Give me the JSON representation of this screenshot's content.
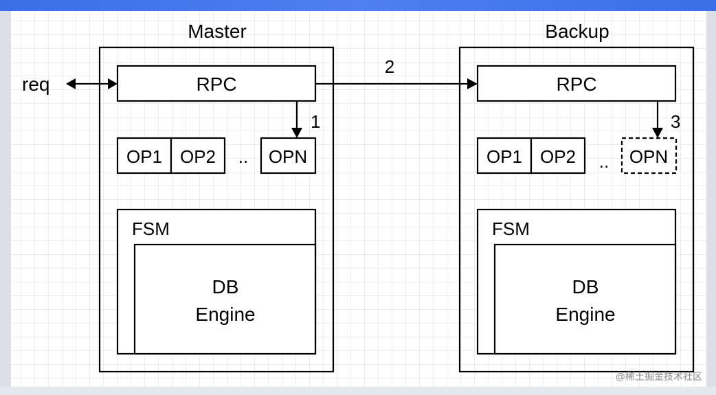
{
  "request_label": "req",
  "step_labels": {
    "to_ops_master": "1",
    "to_backup": "2",
    "to_ops_backup": "3"
  },
  "master": {
    "title": "Master",
    "rpc_label": "RPC",
    "ops": [
      "OP1",
      "OP2"
    ],
    "ellipsis": "..",
    "opn": "OPN",
    "fsm_label": "FSM",
    "engine_line1": "DB",
    "engine_line2": "Engine"
  },
  "backup": {
    "title": "Backup",
    "rpc_label": "RPC",
    "ops": [
      "OP1",
      "OP2"
    ],
    "ellipsis": "..",
    "opn": "OPN",
    "fsm_label": "FSM",
    "engine_line1": "DB",
    "engine_line2": "Engine"
  },
  "watermark": "@稀土掘金技术社区"
}
